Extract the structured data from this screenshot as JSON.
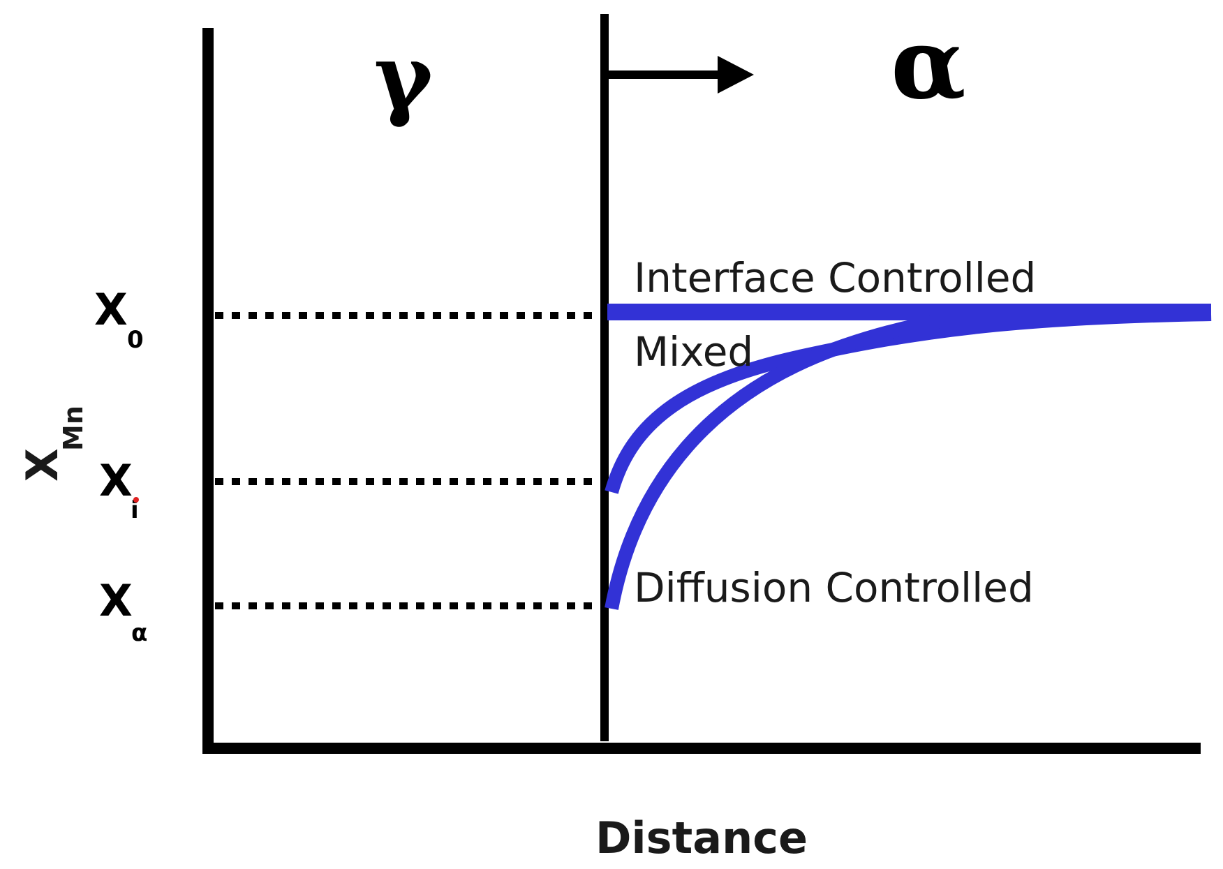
{
  "phases": {
    "left": "γ",
    "right": "α"
  },
  "axes": {
    "x_title": "Distance",
    "y_title_main": "X",
    "y_title_sub": "Mn"
  },
  "levels": [
    {
      "main": "X",
      "sub": "0"
    },
    {
      "main": "X",
      "sub": "i"
    },
    {
      "main": "X",
      "sub": "α"
    }
  ],
  "profiles": {
    "interface": "Interface Controlled",
    "mixed": "Mixed",
    "diffusion": "Diffusion Controlled"
  },
  "colors": {
    "profile": "#3232d6",
    "axis": "#000000",
    "sub_i_marker": "#e02020"
  }
}
